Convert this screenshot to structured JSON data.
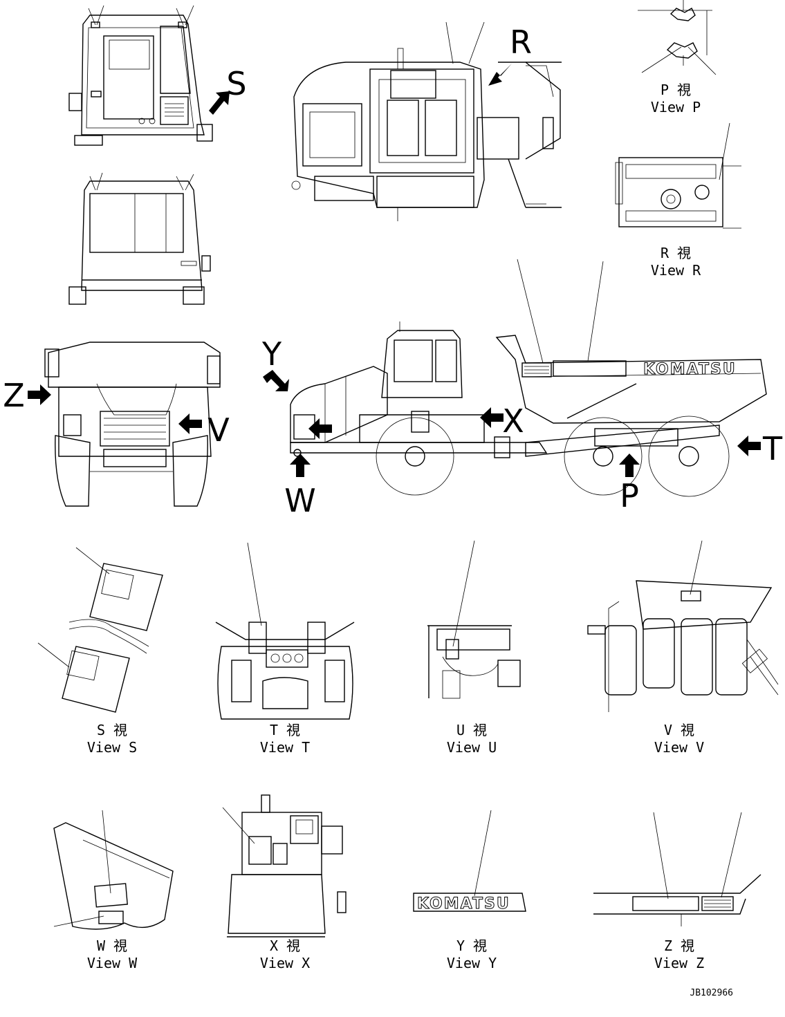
{
  "letters": {
    "S": "S",
    "R": "R",
    "Y": "Y",
    "Z": "Z",
    "V": "V",
    "X": "X",
    "T": "T",
    "W": "W",
    "P": "P"
  },
  "views": {
    "P": {
      "jp": "P  視",
      "en": "View P"
    },
    "R": {
      "jp": "R  視",
      "en": "View R"
    },
    "S": {
      "jp": "S  視",
      "en": "View S"
    },
    "T": {
      "jp": "T  視",
      "en": "View T"
    },
    "U": {
      "jp": "U  視",
      "en": "View U"
    },
    "V": {
      "jp": "V  視",
      "en": "View V"
    },
    "W": {
      "jp": "W  視",
      "en": "View W"
    },
    "X": {
      "jp": "X  視",
      "en": "View X"
    },
    "Y": {
      "jp": "Y  視",
      "en": "View Y"
    },
    "Z": {
      "jp": "Z  視",
      "en": "View Z"
    }
  },
  "logo": {
    "body_text": "KOMATSU",
    "view_y_text": "KOMATSU"
  },
  "drawing_code": "JB102966"
}
